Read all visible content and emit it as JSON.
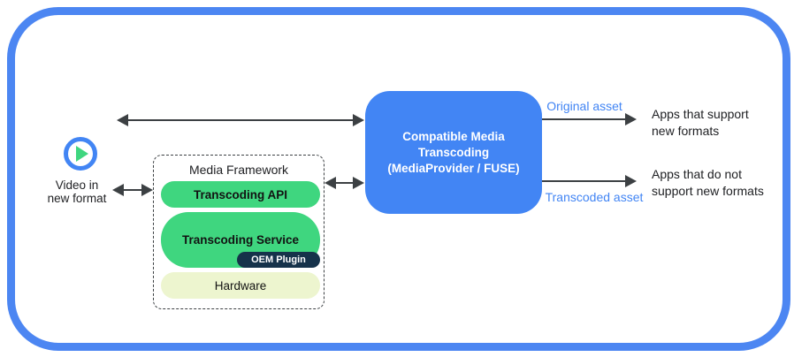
{
  "diagram": {
    "source": {
      "icon": "play-icon",
      "label": "Video in new format"
    },
    "media_framework": {
      "title": "Media Framework",
      "layers": [
        {
          "label": "Transcoding API"
        },
        {
          "label": "Transcoding Service",
          "plugin_label": "OEM Plugin"
        },
        {
          "label": "Hardware"
        }
      ]
    },
    "transcoding_box": {
      "title": "Compatible Media Transcoding",
      "subtitle": "(MediaProvider / FUSE)"
    },
    "outputs": [
      {
        "asset_label": "Original asset",
        "target_label": "Apps that support new formats"
      },
      {
        "asset_label": "Transcoded asset",
        "target_label": "Apps that do not support new formats"
      }
    ],
    "colors": {
      "frame_blue": "#4c86f2",
      "box_blue": "#4285f4",
      "asset_label_blue": "#4285f4",
      "layer_green": "#3fd67f",
      "hardware_pale": "#edf5cf",
      "oem_navy": "#16324a",
      "arrow_gray": "#3c4043"
    }
  }
}
